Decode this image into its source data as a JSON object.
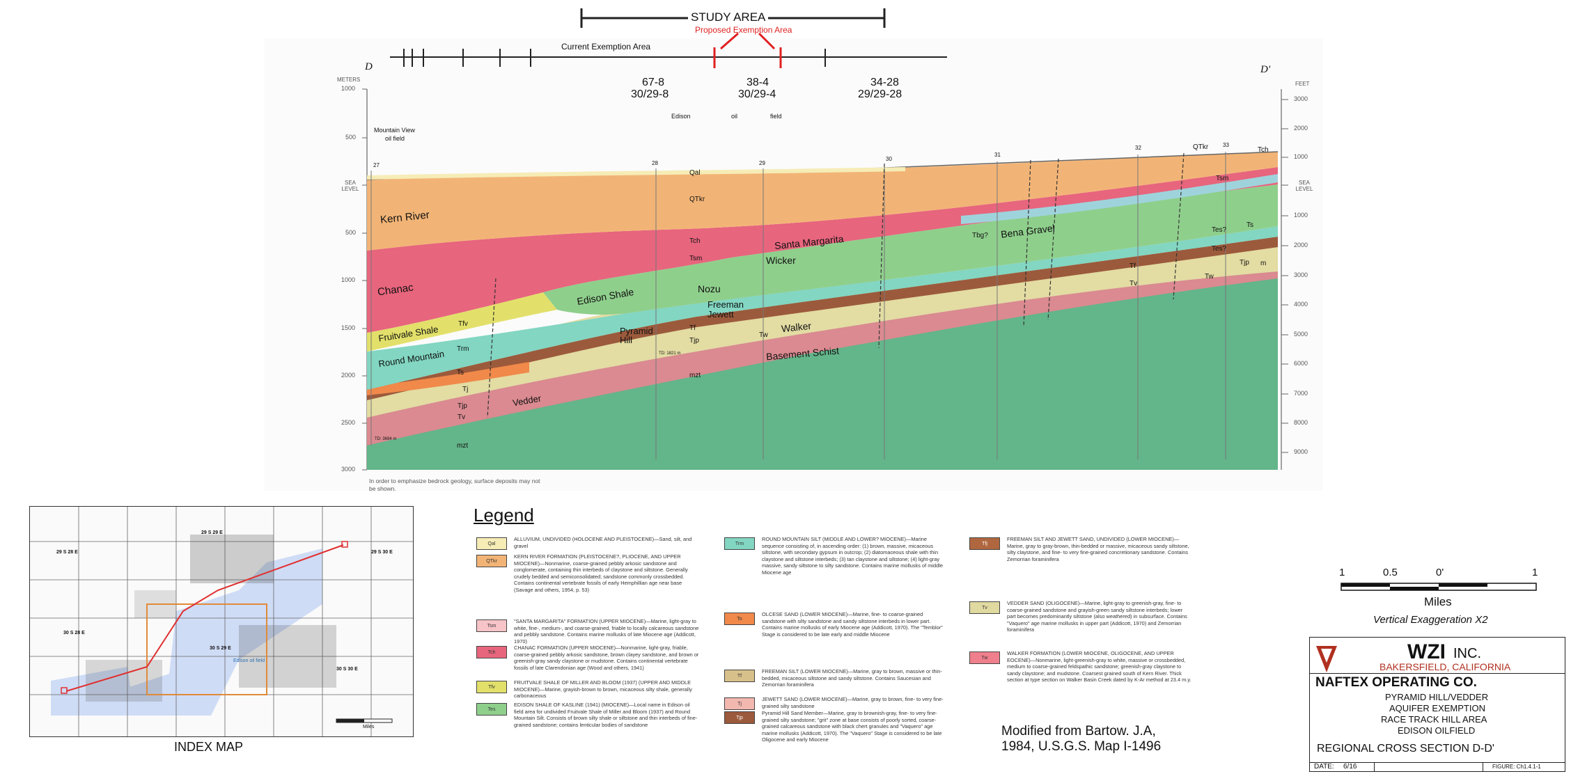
{
  "study_area": {
    "title": "STUDY AREA",
    "proposed_label": "Proposed Exemption Area",
    "current_label": "Current Exemption Area",
    "end_left": "D",
    "end_right": "D'"
  },
  "section_labels": [
    {
      "top": "67-8",
      "bottom": "30/29-8"
    },
    {
      "top": "38-4",
      "bottom": "30/29-4"
    },
    {
      "top": "34-28",
      "bottom": "29/29-28"
    }
  ],
  "field_labels": {
    "edison": "Edison",
    "oil": "oil",
    "field": "field",
    "mountain_view": "Mountain View",
    "mv_oil_field": "oil field"
  },
  "axis_left": {
    "unit": "METERS",
    "ticks": [
      "1000",
      "500",
      "SEA LEVEL",
      "500",
      "1000",
      "1500",
      "2000",
      "2500",
      "3000"
    ]
  },
  "axis_right": {
    "unit": "FEET",
    "ticks": [
      "3000",
      "2000",
      "1000",
      "SEA LEVEL",
      "1000",
      "2000",
      "3000",
      "4000",
      "5000",
      "6000",
      "7000",
      "8000",
      "9000"
    ]
  },
  "section_numbers": [
    "27",
    "28",
    "29",
    "30",
    "31",
    "32",
    "33"
  ],
  "formation_labels": {
    "kern_river": "Kern River",
    "chanac": "Chanac",
    "fruitvale": "Fruitvale Shale",
    "round_mountain": "Round Mountain",
    "vedder": "Vedder",
    "edison": "Edison Shale",
    "santa_margarita": "Santa Margarita",
    "wicker": "Wicker",
    "nozu": "Nozu",
    "freeman": "Freeman",
    "jewett": "Jewett",
    "pyramid": "Pyramid",
    "hill": "Hill",
    "walker": "Walker",
    "basement": "Basement Schist",
    "bena": "Bena Gravel",
    "qal": "Qal",
    "qtkr": "QTkr",
    "qtkr_r": "QTkr",
    "tch": "Tch",
    "tch_r": "Tch",
    "tsm": "Tsm",
    "tsm_r": "Tsm",
    "tftv": "Tfv",
    "trm": "Trm",
    "ts_a": "Ts",
    "tj_a": "Tj",
    "tjp_a": "Tjp",
    "tv_a": "Tv",
    "mzt_a": "mzt",
    "mzt_b": "mzt",
    "tf_b": "Tf",
    "tjp_b": "Tjp",
    "tw": "Tw",
    "tw_r": "Tw",
    "tjp_r": "Tjp",
    "tf_r": "Tf",
    "tv_r": "Tv",
    "tes_r": "Tes?",
    "tes_r2": "Tes?",
    "tbg": "Tbg?",
    "ts_r": "Ts",
    "m_r": "m",
    "td_left": "TD: 3694 m",
    "td_mid": "TD: 1821 m"
  },
  "note": "In order to emphasize bedrock geology, surface deposits may not be shown.",
  "index_map": {
    "caption": "INDEX MAP",
    "township_labels": [
      "29 S 28 E",
      "29 S 29 E",
      "29 S 30 E",
      "30 S 28 E",
      "30 S 29 E",
      "30 S 30 E"
    ],
    "miles_label": "Miles",
    "field_name": "Edison oil field"
  },
  "legend": {
    "title": "Legend",
    "items": [
      {
        "code": "Qal",
        "color": "#f6ecb6",
        "text": "ALLUVIUM, UNDIVIDED (HOLOCENE AND PLEISTOCENE)—Sand, silt, and gravel"
      },
      {
        "code": "QTkr",
        "color": "#f2b476",
        "text": "KERN RIVER FORMATION (PLEISTOCENE?, PLIOCENE, AND UPPER MIOCENE)—Nonmarine, coarse-grained pebbly arkosic sandstone and conglomerate, containing thin interbeds of claystone and siltstone. Generally crudely bedded and semiconsolidated; sandstone commonly crossbedded. Contains continental vertebrate fossils of early Hemphillian age near base (Savage and others, 1954, p. 53)"
      },
      {
        "code": "Tsm",
        "color": "#f7c4c8",
        "text": "\"SANTA MARGARITA\" FORMATION (UPPER MIOCENE)—Marine, light-gray to white, fine-, medium-, and coarse-grained, friable to locally calcareous sandstone and pebbly sandstone. Contains marine mollusks of late Miocene age (Addicott, 1970)"
      },
      {
        "code": "Tch",
        "color": "#e7657d",
        "text": "CHANAC FORMATION (UPPER MIOCENE)—Nonmarine, light-gray, friable, coarse-grained pebbly arkosic sandstone, brown clayey sandstone, and brown or greenish-gray sandy claystone or mudstone. Contains continental vertebrate fossils of late Clarendonian age (Wood and others, 1941)"
      },
      {
        "code": "Tfv",
        "color": "#e2e06a",
        "text": "FRUITVALE SHALE OF MILLER AND BLOOM (1937) (UPPER AND MIDDLE MIOCENE)—Marine, grayish-brown to brown, micaceous silty shale, generally carbonaceous"
      },
      {
        "code": "Tes",
        "color": "#8fcf8c",
        "text": "EDISON SHALE OF KASLINE (1941) (MIOCENE)—Local name in Edison oil field area for undivided Fruitvale Shale of Miller and Bloom (1937) and Round Mountain Silt. Consists of brown silty shale or siltstone and thin interbeds of fine-grained sandstone; contains lenticular bodies of sandstone"
      },
      {
        "code": "Trm",
        "color": "#82d6c2",
        "text": "ROUND MOUNTAIN SILT (MIDDLE AND LOWER? MIOCENE)—Marine sequence consisting of, in ascending order: (1) brown, massive, micaceous siltstone, with secondary gypsum in outcrop; (2) diatomaceous shale with thin claystone and siltstone interbeds; (3) tan claystone and siltstone; (4) light-gray massive, sandy siltstone to silty sandstone. Contains marine mollusks of middle Miocene age"
      },
      {
        "code": "To",
        "color": "#f0894a",
        "text": "OLCESE SAND (LOWER MIOCENE)—Marine, fine- to coarse-grained sandstone with silty sandstone and sandy siltstone interbeds in lower part. Contains marine mollusks of early Miocene age (Addicott, 1970). The \"Temblor\" Stage is considered to be late early and middle Miocene"
      },
      {
        "code": "Tf",
        "color": "#d8c08a",
        "text": "FREEMAN SILT (LOWER MIOCENE)—Marine, gray to brown, massive or thin-bedded, micaceous siltstone and sandy siltstone. Contains Saucesian and Zemorrian foraminifera"
      },
      {
        "code": "Tj",
        "color": "#f2b8b0",
        "text": "JEWETT SAND (LOWER MIOCENE)—Marine, gray to brown, fine- to very fine-grained silty sandstone"
      },
      {
        "code": "Tjp",
        "color": "#9c5a3c",
        "text": "Pyramid Hill Sand Member—Marine, gray to brownish-gray, fine- to very fine-grained silty sandstone; \"grit\" zone at base consists of poorly sorted, coarse-grained calcareous sandstone with black chert granules and \"Vaquero\" age marine mollusks (Addicott, 1970). The \"Vaquero\" Stage is considered to be late Oligocene and early Miocene"
      },
      {
        "code": "Tfj",
        "color": "#b0673f",
        "text": "FREEMAN SILT AND JEWETT SAND, UNDIVIDED (LOWER MIOCENE)—Marine, gray to gray-brown, thin-bedded or massive, micaceous sandy siltstone, silty claystone, and fine- to very fine-grained concretionary sandstone. Contains Zemorrian foraminifera"
      },
      {
        "code": "Tv",
        "color": "#e0d9a0",
        "text": "VEDDER SAND (OLIGOCENE)—Marine, light-gray to greenish-gray, fine- to coarse-grained sandstone and grayish-green sandy siltstone interbeds; lower part becomes predominantly siltstone (also weathered) in subsurface. Contains \"Vaquero\" age marine mollusks in upper part (Addicott, 1970) and Zemorrian foraminifera"
      },
      {
        "code": "Tw",
        "color": "#ef7f8c",
        "text": "WALKER FORMATION (LOWER MIOCENE, OLIGOCENE, AND UPPER EOCENE)—Nonmarine, light-greenish-gray to white, massive or crossbedded, medium to coarse-grained feldspathic sandstone; greenish-gray claystone to sandy claystone; and mudstone. Coarsest grained south of Kern River. Thick section at type section on Walker Basin Creek dated by K-Ar method at 23.4 m.y."
      }
    ]
  },
  "scale": {
    "ticks": [
      "1",
      "0.5",
      "0'",
      "1"
    ],
    "unit": "Miles",
    "exaggeration": "Vertical Exaggeration X2"
  },
  "credit": {
    "line1": "Modified from Bartow. J.A,",
    "line2": "1984, U.S.G.S. Map I-1496"
  },
  "title_block": {
    "company": "WZI",
    "company_suffix": "INC.",
    "city": "BAKERSFIELD, CALIFORNIA",
    "client": "NAFTEX OPERATING CO.",
    "lines": [
      "PYRAMID HILL/VEDDER",
      "AQUIFER EXEMPTION",
      "RACE TRACK HILL AREA",
      "EDISON OILFIELD"
    ],
    "section_title": "REGIONAL CROSS SECTION D-D'",
    "date_label": "DATE:",
    "date_value": "6/16",
    "figure_label": "FIGURE: Ch1.4.1-1"
  }
}
